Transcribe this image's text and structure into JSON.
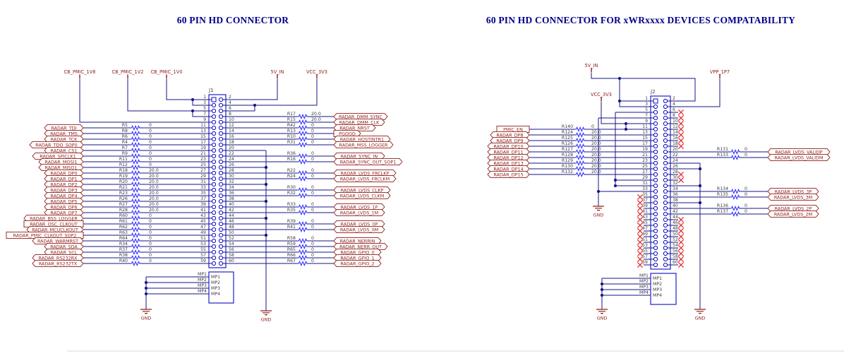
{
  "titles": {
    "left": "60 PIN HD CONNECTOR",
    "right": "60 PIN HD CONNECTOR FOR xWRxxxx DEVICES COMPATABILITY"
  },
  "palette": {
    "wire": "#151589",
    "connector": "#0b0bbd",
    "resistor_zigzag": "#3333ff",
    "net_label": "#8c1d18",
    "text": "#3c3c3c",
    "title": "#00008b",
    "nc_x": "#e03131"
  },
  "j1": {
    "ref": "J1",
    "pin_count": 60,
    "top_nets": [
      "CB_PMIC_1V8",
      "CB_PMIC_1V2",
      "CB_PMIC_1V0",
      "5V_IN",
      "VCC_3V3"
    ],
    "left_rows": [
      {
        "pin": 11,
        "net": "RADAR_TDI",
        "ref": "R5",
        "value": "0",
        "style": "arrow"
      },
      {
        "pin": 13,
        "net": "RADAR_TMS",
        "ref": "R8",
        "value": "0",
        "style": "arrow"
      },
      {
        "pin": 15,
        "net": "RADAR_TCK",
        "ref": "R6",
        "value": "0",
        "style": "arrow"
      },
      {
        "pin": 17,
        "net": "RADAR_TDO_SOP0",
        "ref": "R4",
        "value": "0",
        "style": "arrow"
      },
      {
        "pin": 19,
        "net": "RADAR_CS1",
        "ref": "R7",
        "value": "0",
        "style": "arrow"
      },
      {
        "pin": 21,
        "net": "RADAR_SPICLK1",
        "ref": "R9",
        "value": "0",
        "style": "arrow"
      },
      {
        "pin": 23,
        "net": "RADAR_MOSI1",
        "ref": "R11",
        "value": "0",
        "style": "arrow"
      },
      {
        "pin": 25,
        "net": "RADAR_MISO1",
        "ref": "R12",
        "value": "0",
        "style": "arrow"
      },
      {
        "pin": 27,
        "net": "RADAR_DP0",
        "ref": "R18",
        "value": "20.0",
        "style": "arrow"
      },
      {
        "pin": 29,
        "net": "RADAR_DP1",
        "ref": "R19",
        "value": "20.0",
        "style": "arrow"
      },
      {
        "pin": 31,
        "net": "RADAR_DP2",
        "ref": "R20",
        "value": "20.0",
        "style": "arrow"
      },
      {
        "pin": 33,
        "net": "RADAR_DP3",
        "ref": "R21",
        "value": "20.0",
        "style": "arrow"
      },
      {
        "pin": 35,
        "net": "RADAR_DP4",
        "ref": "R23",
        "value": "20.0",
        "style": "arrow"
      },
      {
        "pin": 37,
        "net": "RADAR_DP5",
        "ref": "R26",
        "value": "20.0",
        "style": "arrow"
      },
      {
        "pin": 39,
        "net": "RADAR_DP6",
        "ref": "R27",
        "value": "20.0",
        "style": "arrow"
      },
      {
        "pin": 41,
        "net": "RADAR_DP7",
        "ref": "R28",
        "value": "20.0",
        "style": "arrow"
      },
      {
        "pin": 43,
        "net": "RADAR_BSS_LOGGER",
        "ref": "R60",
        "value": "0",
        "style": "arrow"
      },
      {
        "pin": 45,
        "net": "RADAR_OSC_CLKOUT",
        "ref": "R61",
        "value": "0",
        "style": "rect"
      },
      {
        "pin": 47,
        "net": "RADAR_MCUCLKOUT",
        "ref": "R62",
        "value": "0",
        "style": "arrow"
      },
      {
        "pin": 49,
        "net": "RADAR_PMIC_CLKOUT_SOP2",
        "ref": "R63",
        "value": "0",
        "style": "rect"
      },
      {
        "pin": 51,
        "net": "RADAR_WARMRST",
        "ref": "R64",
        "value": "0",
        "style": "arrow"
      },
      {
        "pin": 53,
        "net": "RADAR_SDA",
        "ref": "R34",
        "value": "0",
        "style": "arrow"
      },
      {
        "pin": 55,
        "net": "RADAR_SCL",
        "ref": "R37",
        "value": "0",
        "style": "arrow"
      },
      {
        "pin": 57,
        "net": "RADAR_RS232RX",
        "ref": "R38",
        "value": "0",
        "style": "arrow"
      },
      {
        "pin": 59,
        "net": "RADAR_RS232TX",
        "ref": "R40",
        "value": "0",
        "style": "arrow"
      }
    ],
    "right_rows": [
      {
        "pin": 8,
        "ref": "R17",
        "value": "20.0",
        "net": "RADAR_DMM_SYNC",
        "style": "arrow"
      },
      {
        "pin": 10,
        "ref": "R15",
        "value": "20.0",
        "net": "RADAR_DMM_CLK",
        "style": "arrow"
      },
      {
        "pin": 12,
        "ref": "R42",
        "value": "0",
        "net": "RADAR_NRST",
        "style": "arrow"
      },
      {
        "pin": 14,
        "ref": "R13",
        "value": "0",
        "net": "PGOOD",
        "style": "out"
      },
      {
        "pin": 16,
        "ref": "R10",
        "value": "0",
        "net": "RADAR_HOSTINTR1",
        "style": "arrow"
      },
      {
        "pin": 18,
        "ref": "R31",
        "value": "0",
        "net": "RADAR_MSS_LOGGER",
        "style": "arrow"
      },
      {
        "pin": 20,
        "gnd": true
      },
      {
        "pin": 22,
        "ref": "R36",
        "value": "0",
        "net": "RADAR_SYNC_IN",
        "style": "arrow"
      },
      {
        "pin": 24,
        "ref": "R16",
        "value": "0",
        "net": "RADAR_SYNC_OUT_SOP1",
        "style": "arrow"
      },
      {
        "pin": 26,
        "gnd": true
      },
      {
        "pin": 28,
        "ref": "R22",
        "value": "0",
        "net": "RADAR_LVDS_FRCLKP",
        "style": "arrow"
      },
      {
        "pin": 30,
        "ref": "R24",
        "value": "0",
        "net": "RADAR_LVDS_FRCLKM",
        "style": "arrow"
      },
      {
        "pin": 32,
        "gnd": true
      },
      {
        "pin": 34,
        "ref": "R30",
        "value": "0",
        "net": "RADAR_LVDS_CLKP",
        "style": "arrow"
      },
      {
        "pin": 36,
        "ref": "R32",
        "value": "0",
        "net": "RADAR_LVDS_CLKM",
        "style": "arrow"
      },
      {
        "pin": 38,
        "gnd": true
      },
      {
        "pin": 40,
        "ref": "R33",
        "value": "0",
        "net": "RADAR_LVDS_1P",
        "style": "arrow"
      },
      {
        "pin": 42,
        "ref": "R35",
        "value": "0",
        "net": "RADAR_LVDS_1M",
        "style": "arrow"
      },
      {
        "pin": 44,
        "gnd": true
      },
      {
        "pin": 46,
        "ref": "R39",
        "value": "0",
        "net": "RADAR_LVDS_0P",
        "style": "arrow"
      },
      {
        "pin": 48,
        "ref": "R41",
        "value": "0",
        "net": "RADAR_LVDS_0M",
        "style": "arrow"
      },
      {
        "pin": 50,
        "gnd": true
      },
      {
        "pin": 52,
        "ref": "R58",
        "value": "0",
        "net": "RADAR_NERRIN",
        "style": "arrow"
      },
      {
        "pin": 54,
        "ref": "R59",
        "value": "0",
        "net": "RADAR_NERR_OUT",
        "style": "arrow"
      },
      {
        "pin": 56,
        "ref": "R65",
        "value": "0",
        "net": "RADAR_GPIO_0",
        "style": "arrow"
      },
      {
        "pin": 58,
        "ref": "R66",
        "value": "0",
        "net": "RADAR_GPIO_1",
        "style": "arrow"
      },
      {
        "pin": 60,
        "ref": "R67",
        "value": "0",
        "net": "RADAR_GPIO_2",
        "style": "arrow"
      }
    ],
    "mp_labels": [
      "MP1",
      "MP2",
      "MP3",
      "MP4"
    ],
    "gnd_labels": [
      "GND",
      "GND"
    ]
  },
  "j2": {
    "ref": "J2",
    "pin_count": 60,
    "top_nets": [
      "5V_IN",
      "VCC_3V3",
      "VPP_1P7"
    ],
    "left_rows": [
      {
        "pin": 11,
        "net": "PMIC_EN",
        "ref": "R140",
        "value": "0",
        "style": "rect"
      },
      {
        "pin": 13,
        "net": "RADAR_DP8",
        "ref": "R124",
        "value": "20.0",
        "style": "arrow"
      },
      {
        "pin": 15,
        "net": "RADAR_DP9",
        "ref": "R125",
        "value": "20.0",
        "style": "arrow"
      },
      {
        "pin": 17,
        "net": "RADAR_DP10",
        "ref": "R126",
        "value": "20.0",
        "style": "arrow"
      },
      {
        "pin": 19,
        "net": "RADAR_DP11",
        "ref": "R127",
        "value": "20.0",
        "style": "arrow"
      },
      {
        "pin": 21,
        "net": "RADAR_DP12",
        "ref": "R128",
        "value": "20.0",
        "style": "arrow"
      },
      {
        "pin": 23,
        "net": "RADAR_DP13",
        "ref": "R129",
        "value": "20.0",
        "style": "arrow"
      },
      {
        "pin": 25,
        "net": "RADAR_DP14",
        "ref": "R130",
        "value": "20.0",
        "style": "arrow"
      },
      {
        "pin": 27,
        "net": "RADAR_DP15",
        "ref": "R132",
        "value": "20.0",
        "style": "arrow"
      }
    ],
    "right_rows": [
      {
        "pin": 20,
        "ref": "R131",
        "value": "0",
        "net": "RADAR_LVDS_VALIDP",
        "style": "arrow"
      },
      {
        "pin": 22,
        "ref": "R133",
        "value": "0",
        "net": "RADAR_LVDS_VALIDM",
        "style": "arrow"
      },
      {
        "pin": 24,
        "gnd": true
      },
      {
        "pin": 26,
        "gnd": true
      },
      {
        "pin": 32,
        "gnd": true
      },
      {
        "pin": 34,
        "ref": "R134",
        "value": "0",
        "net": "RADAR_LVDS_3P",
        "style": "arrow"
      },
      {
        "pin": 36,
        "ref": "R135",
        "value": "0",
        "net": "RADAR_LVDS_3M",
        "style": "arrow"
      },
      {
        "pin": 38,
        "gnd": true
      },
      {
        "pin": 40,
        "ref": "R136",
        "value": "0",
        "net": "RADAR_LVDS_2P",
        "style": "arrow"
      },
      {
        "pin": 42,
        "ref": "R137",
        "value": "0",
        "net": "RADAR_LVDS_2M",
        "style": "arrow"
      }
    ],
    "nc_pins_left": [
      35,
      37,
      39,
      41,
      43,
      45,
      47,
      49,
      51,
      53,
      55,
      57,
      59
    ],
    "nc_pins_right": [
      6,
      8,
      10,
      12,
      14,
      16,
      18,
      28,
      30,
      44,
      46,
      48,
      50,
      52,
      54,
      56,
      58,
      60
    ],
    "mp_labels": [
      "MP1",
      "MP2",
      "MP3",
      "MP4"
    ],
    "gnd_labels": [
      "GND",
      "GND",
      "GND"
    ]
  }
}
